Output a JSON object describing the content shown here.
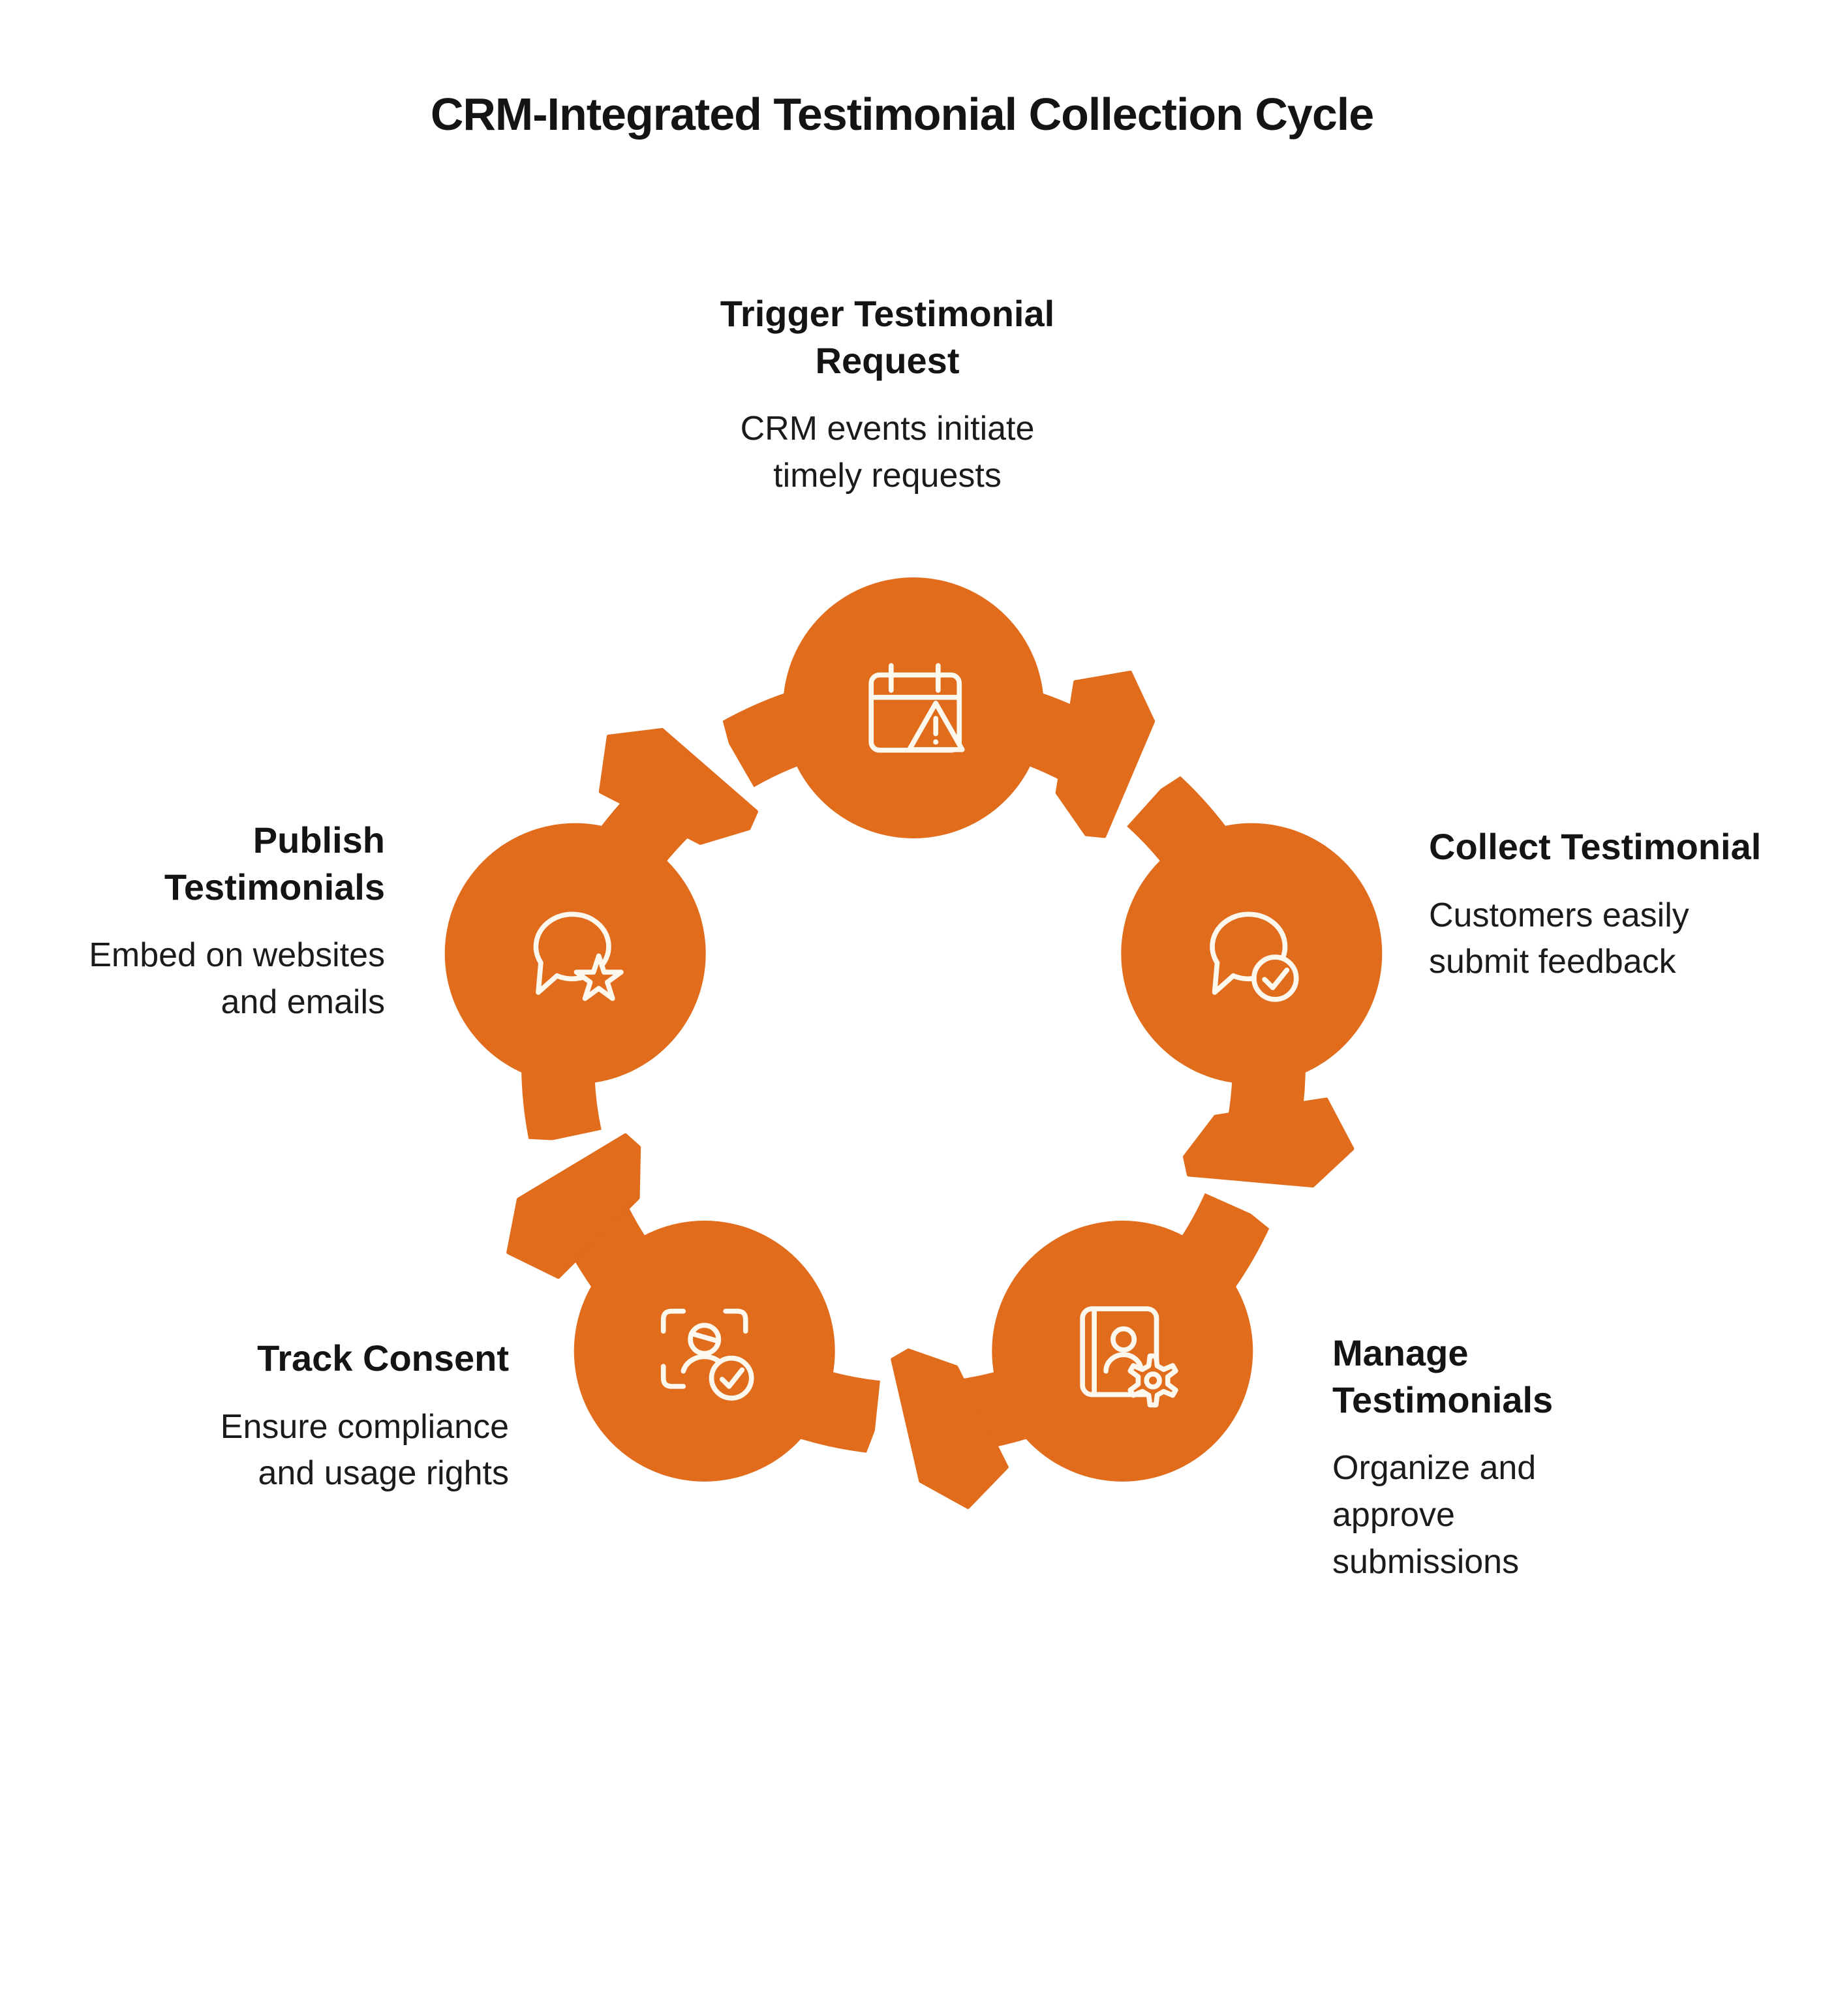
{
  "title": "CRM-Integrated Testimonial Collection Cycle",
  "colors": {
    "orange": "#E06C1C",
    "icon_stroke": "#FCF8EE",
    "text": "#141414",
    "background": "#FFFFFF"
  },
  "nodes": [
    {
      "id": "trigger",
      "position": "top",
      "icon": "calendar-alert-icon",
      "title": "Trigger Testimonial\nRequest",
      "description": "CRM events initiate\ntimely requests"
    },
    {
      "id": "collect",
      "position": "right",
      "icon": "chat-check-icon",
      "title": "Collect Testimonial",
      "description": "Customers easily\nsubmit feedback"
    },
    {
      "id": "manage",
      "position": "bottom-right",
      "icon": "contacts-gear-icon",
      "title": "Manage\nTestimonials",
      "description": "Organize and\napprove\nsubmissions"
    },
    {
      "id": "track",
      "position": "bottom-left",
      "icon": "face-scan-check-icon",
      "title": "Track Consent",
      "description": "Ensure compliance\nand usage rights"
    },
    {
      "id": "publish",
      "position": "left",
      "icon": "chat-star-icon",
      "title": "Publish\nTestimonials",
      "description": "Embed on websites\nand emails"
    }
  ]
}
